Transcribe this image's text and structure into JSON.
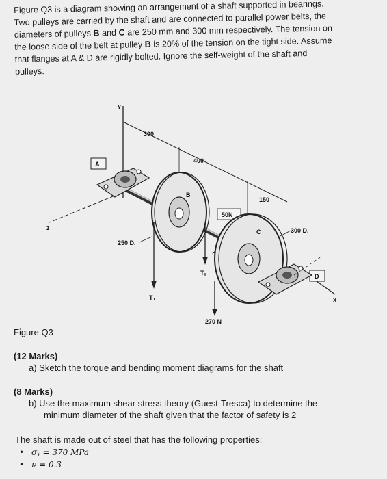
{
  "intro": {
    "l1": "Figure Q3 is a diagram showing an arrangement of a shaft supported in bearings.",
    "l2": "Two pulleys are carried by the shaft and are connected to parallel power belts, the",
    "l3a": "diameters of pulleys ",
    "l3b": "B",
    "l3c": " and ",
    "l3d": "C",
    "l3e": " are 250 mm and 300 mm respectively. The tension on",
    "l4a": "the loose side of the belt at pulley ",
    "l4b": "B",
    "l4c": " is 20% of the tension on the tight side. Assume",
    "l5a": "that flanges at A & D are rigidly bolted. Ignore the self-weight of the shaft and",
    "l6": "pulleys."
  },
  "figure": {
    "labels": {
      "y": "y",
      "z": "z",
      "x": "x",
      "A": "A",
      "B": "B",
      "C": "C",
      "D": "D",
      "d300": "300",
      "d400": "400",
      "d150": "150",
      "f50": "50N",
      "dia250": "250 D.",
      "dia300": "300 D.",
      "t1": "T₁",
      "t2": "T₂",
      "f270": "270 N"
    }
  },
  "caption": "Figure Q3",
  "qa": {
    "marks": "(12 Marks)",
    "text": "a)  Sketch the torque and bending moment diagrams for the shaft"
  },
  "qb": {
    "marks": "(8 Marks)",
    "text1": "b)  Use the maximum shear stress theory (Guest-Tresca) to determine the",
    "text2": "minimum diameter of the shaft given that the factor of safety is 2"
  },
  "properties": {
    "intro": "The shaft is made out of steel that has the following properties:",
    "items": [
      "σᵧ = 370 MPa",
      "ν = 0.3"
    ]
  }
}
